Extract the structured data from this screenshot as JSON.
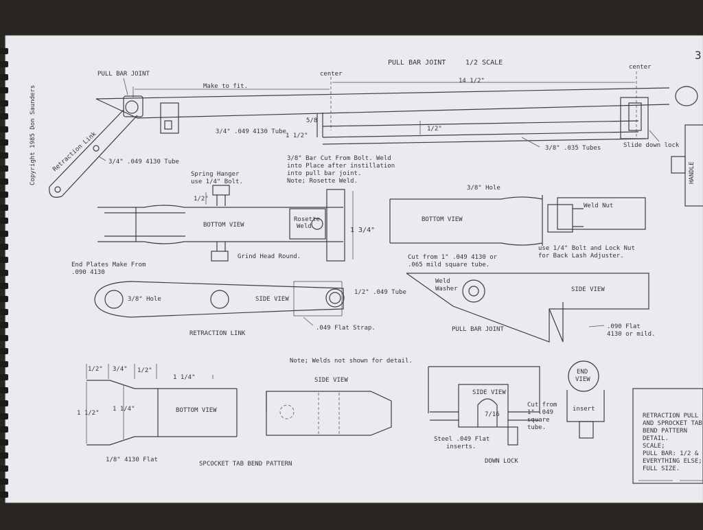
{
  "page_number": "3",
  "copyright": "Copyright 1985 Don Saunders",
  "title": {
    "name": "PULL BAR JOINT",
    "scale_label": "1/2  SCALE"
  },
  "top": {
    "pull_bar_joint": "PULL BAR JOINT",
    "center_left": "center",
    "center_right": "center",
    "make_to_fit": "Make to fit.",
    "len_14_half": "14 1/2\"",
    "dim_5_8": "5/8",
    "dim_1_half": "1 1/2\"",
    "dim_half": "1/2\"",
    "tube_4130": "3/4\" .049  4130 Tube",
    "tubes_035": "3/8\" .035 Tubes",
    "slide_down_lock": "Slide down lock",
    "retraction_link": "Retraction Link",
    "link_tube": "3/4\" .049  4130 Tube",
    "handle": "HANDLE"
  },
  "notes": {
    "bar_cut": [
      "3/8\" Bar Cut From Bolt.  Weld",
      "into Place after instillation",
      "into pull bar joint.",
      "Note;  Rosette Weld."
    ],
    "spring_hanger": [
      "Spring Hanger",
      "use 1/4\" Bolt."
    ]
  },
  "bottom_left": {
    "dim_half": "1/2\"",
    "view": "BOTTOM VIEW",
    "rosette": [
      "Rosette",
      "Weld"
    ],
    "dim_1_3_4": "1 3/4\"",
    "grind": "Grind Head Round.",
    "end_plates": [
      "End Plates Make From",
      ".090  4130"
    ]
  },
  "bottom_right": {
    "hole": "3/8\" Hole",
    "view": "BOTTOM VIEW",
    "weld_nut": "Weld Nut",
    "cut_from": [
      "Cut from 1\" .049  4130 or",
      ".065 mild square tube."
    ],
    "bolt_note": [
      "use 1/4\" Bolt and Lock Nut",
      "for Back Lash Adjuster."
    ]
  },
  "retraction": {
    "hole": "3/8\" Hole",
    "side_view": "SIDE VIEW",
    "tube": "1/2\" .049 Tube",
    "strap": ".049 Flat Strap.",
    "caption": "RETRACTION  LINK"
  },
  "joint_side": {
    "weld_washer": [
      "Weld",
      "Washer"
    ],
    "side_view": "SIDE VIEW",
    "flat": [
      ".090 Flat",
      "4130 or mild."
    ],
    "caption": "PULL BAR JOINT"
  },
  "welds_note": "Note;  Welds not shown for detail.",
  "sprocket": {
    "d1": "1/2\"",
    "d2": "3/4\"",
    "d3": "1/2\"",
    "d4": "1 1/4\"",
    "h1": "1 1/2\"",
    "h2": "1 1/4\"",
    "view": "BOTTOM VIEW",
    "flat": "1/8\" 4130 Flat",
    "caption": "SPCOCKET TAB BEND PATTERN"
  },
  "tab_side_view": "SIDE VIEW",
  "down_lock": {
    "side_view": "SIDE VIEW",
    "dim": "7/16",
    "inserts": [
      "Steel .049 Flat",
      "inserts."
    ],
    "cut_from": [
      "Cut from",
      "1\" .049",
      "square",
      "tube."
    ],
    "end_view": [
      "END",
      "VIEW"
    ],
    "insert": "insert",
    "caption": "DOWN LOCK"
  },
  "title_block": [
    "RETRACTION PULL B",
    "AND SPROCKET TAB",
    "BEND PATTERN",
    "DETAIL.",
    "SCALE;",
    "PULL BAR: 1/2  &",
    "EVERYTHING ELSE;",
    "FULL SIZE."
  ],
  "colors": {
    "paper": "#ececf0",
    "ink": "#3c3c3c",
    "background": "#2a2622"
  }
}
